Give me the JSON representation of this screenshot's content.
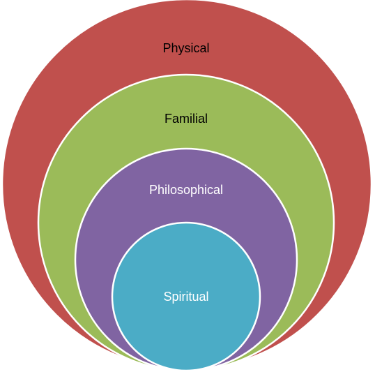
{
  "diagram": {
    "type": "nested-circles",
    "layers": [
      {
        "key": "physical",
        "label": "Physical",
        "fill": "#C0504D",
        "text_color": "#000000"
      },
      {
        "key": "familial",
        "label": "Familial",
        "fill": "#9BBB59",
        "text_color": "#000000"
      },
      {
        "key": "philosophical",
        "label": "Philosophical",
        "fill": "#8064A2",
        "text_color": "#FFFFFF"
      },
      {
        "key": "spiritual",
        "label": "Spiritual",
        "fill": "#4BACC6",
        "text_color": "#FFFFFF"
      }
    ],
    "outline_color": "#FFFFFF"
  }
}
